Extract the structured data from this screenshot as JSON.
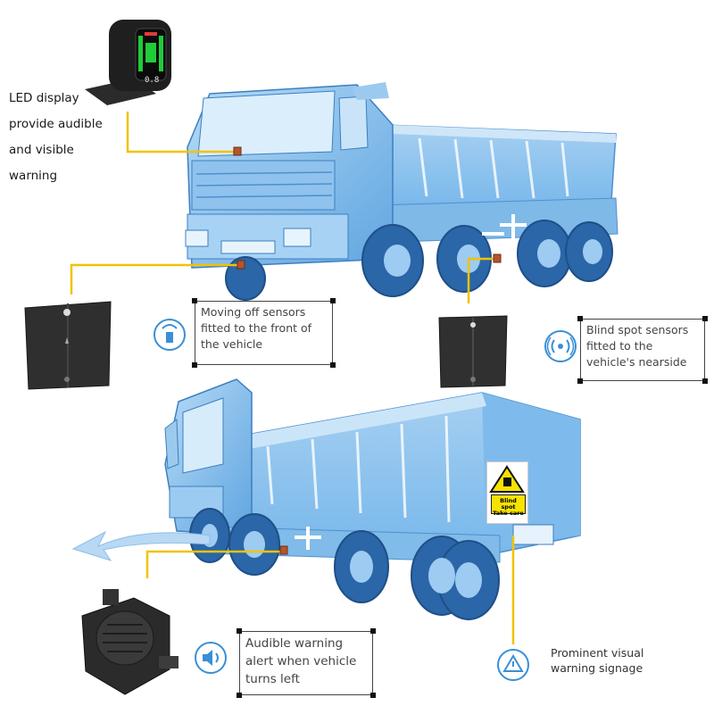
{
  "callouts": {
    "led_display": "LED display provide audible and visible warning",
    "front_sensors": "Moving off sensors fitted to the front of the vehicle",
    "blind_spot_sensors": "Blind spot sensors fitted to the vehicle's nearside",
    "audible_warning": "Audible warning alert when vehicle turns left",
    "visual_signage": "Prominent visual warning signage"
  },
  "sign": {
    "text_line1": "Blind spot",
    "text_line2": "Take care"
  },
  "display_readout": "0.8",
  "colors": {
    "truck_light": "#a9d0f0",
    "truck_mid": "#6fb0e6",
    "truck_dark": "#2e6aa8",
    "callout_line": "#f2c200",
    "icon_circle": "#3a8fd6",
    "sign_yellow": "#f7e200"
  },
  "icons": [
    "sensor-icon",
    "radio-waves-icon",
    "speaker-icon",
    "warning-triangle-icon"
  ]
}
